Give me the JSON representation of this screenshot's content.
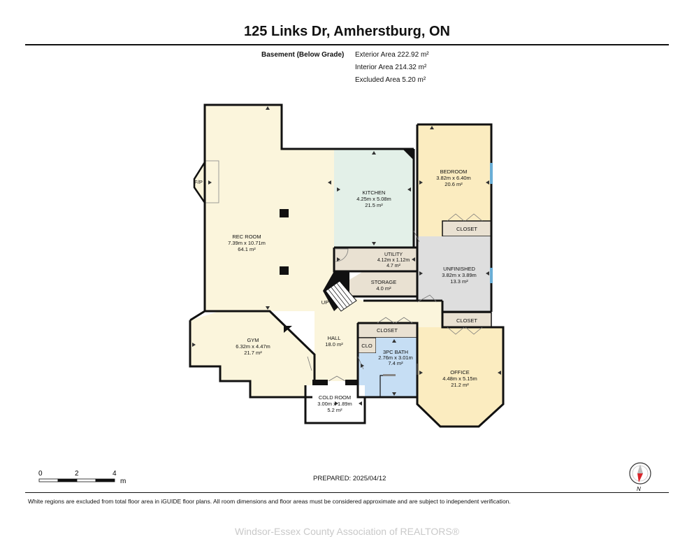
{
  "title": "125 Links Dr, Amherstburg, ON",
  "floor_label": "Basement (Below Grade)",
  "areas": {
    "exterior": "Exterior Area 222.92 m²",
    "interior": "Interior Area 214.32 m²",
    "excluded": "Excluded Area 5.20 m²"
  },
  "rooms": {
    "rec_room": {
      "name": "REC ROOM",
      "dims": "7.39m x 10.71m",
      "area": "64.1 m²"
    },
    "kitchen": {
      "name": "KITCHEN",
      "dims": "4.25m x 5.08m",
      "area": "21.5 m²"
    },
    "bedroom": {
      "name": "BEDROOM",
      "dims": "3.82m x 6.40m",
      "area": "20.6 m²"
    },
    "utility": {
      "name": "UTILITY",
      "dims": "4.12m x 1.12m",
      "area": "4.7 m²"
    },
    "unfinished": {
      "name": "UNFINISHED",
      "dims": "3.82m x 3.89m",
      "area": "13.3 m²"
    },
    "storage": {
      "name": "STORAGE",
      "area": "4.0 m²"
    },
    "gym": {
      "name": "GYM",
      "dims": "6.32m x 4.47m",
      "area": "21.7 m²"
    },
    "hall": {
      "name": "HALL",
      "area": "18.0 m²"
    },
    "bath": {
      "name": "3PC BATH",
      "dims": "2.76m x 3.01m",
      "area": "7.4 m²"
    },
    "office": {
      "name": "OFFICE",
      "dims": "4.48m x 5.15m",
      "area": "21.2 m²"
    },
    "cold_room": {
      "name": "COLD ROOM",
      "dims": "3.00m x 1.89m",
      "area": "5.2 m²"
    },
    "closet_1": {
      "name": "CLOSET"
    },
    "closet_2": {
      "name": "CLOSET"
    },
    "closet_3": {
      "name": "CLOSET"
    },
    "clo": {
      "name": "CLO"
    },
    "fp": {
      "name": "F/P"
    },
    "up": {
      "name": "UP"
    }
  },
  "scale_bar": {
    "ticks": [
      "0",
      "2",
      "4"
    ],
    "unit": "m"
  },
  "compass": {
    "label": "N"
  },
  "prepared": "PREPARED: 2025/04/12",
  "disclaimer": "White regions are excluded from total floor area in iGUIDE floor plans. All room dimensions and floor areas must be considered approximate and are subject to independent verification.",
  "watermark": "Windsor-Essex County Association of REALTORS®",
  "colors": {
    "cream": "#fbf5dc",
    "kitchen": "#e3f0e8",
    "bedroom": "#fbecc0",
    "office": "#fbecc0",
    "utility": "#e9e1d2",
    "unfinished": "#dedede",
    "bath": "#c6def4",
    "wall": "#111111",
    "window": "#6aaed6"
  }
}
